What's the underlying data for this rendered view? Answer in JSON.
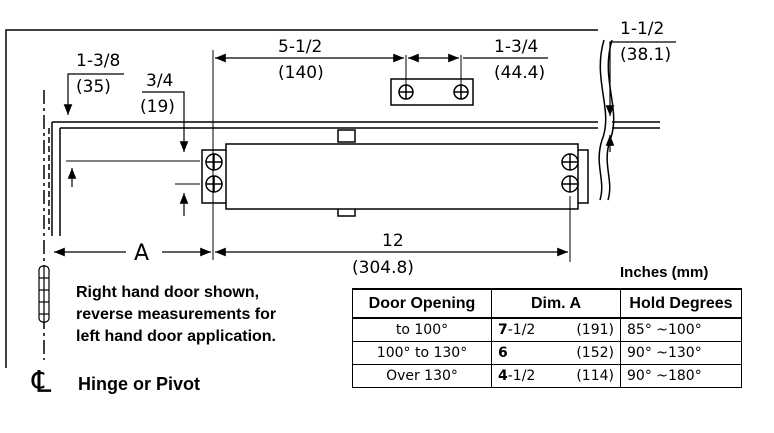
{
  "dimensions": {
    "d1_frac": "1-3/8",
    "d1_mm": "(35)",
    "d2_frac": "3/4",
    "d2_mm": "(19)",
    "d3_frac": "5-1/2",
    "d3_mm": "(140)",
    "d4_frac": "1-3/4",
    "d4_mm": "(44.4)",
    "d5_frac": "1-1/2",
    "d5_mm": "(38.1)",
    "d6_frac": "12",
    "d6_mm": "(304.8)",
    "dim_a": "A"
  },
  "notes": {
    "line1": "Right hand door shown,",
    "line2": "reverse measurements for",
    "line3": "left hand door application.",
    "hinge_symbol": "℄",
    "hinge_label": "Hinge or Pivot"
  },
  "table": {
    "units": "Inches (mm)",
    "headers": [
      "Door Opening",
      "Dim. A",
      "Hold Degrees"
    ],
    "rows": [
      {
        "opening": "to 100°",
        "a_whole": "7",
        "a_frac": "-1/2",
        "a_mm": "(191)",
        "hold": "85° ~100°"
      },
      {
        "opening": "100° to 130°",
        "a_whole": "6",
        "a_frac": "",
        "a_mm": "(152)",
        "hold": "90° ~130°"
      },
      {
        "opening": "Over 130°",
        "a_whole": "4",
        "a_frac": "-1/2",
        "a_mm": "(114)",
        "hold": "90° ~180°"
      }
    ]
  }
}
